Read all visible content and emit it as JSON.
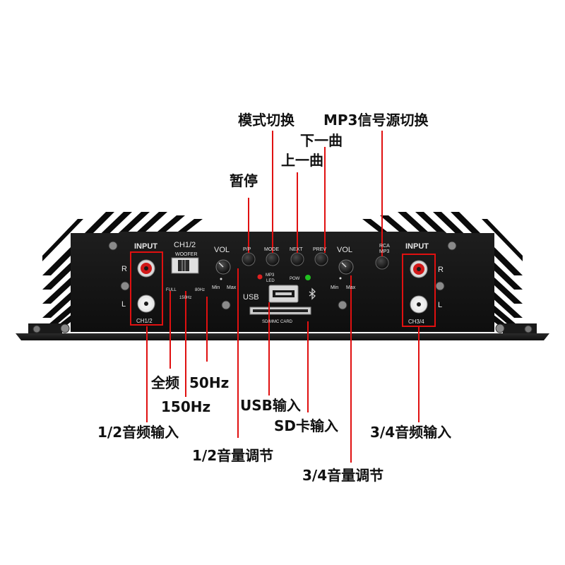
{
  "callouts": {
    "mode_switch": "模式切换",
    "mp3_source_switch": "MP3信号源切换",
    "next_track": "下一曲",
    "prev_track": "上一曲",
    "pause": "暂停",
    "full_range": "全频",
    "hz50": "50Hz",
    "hz150": "150Hz",
    "usb_input": "USB输入",
    "sd_input": "SD卡输入",
    "ch12_input": "1/2音频输入",
    "ch34_input": "3/4音频输入",
    "ch12_volume": "1/2音量调节",
    "ch34_volume": "3/4音量调节"
  },
  "panel": {
    "input_left": "INPUT",
    "input_right": "INPUT",
    "ch12_header": "CH1/2",
    "woofer": "WOOFER",
    "vol_left": "VOL",
    "vol_right": "VOL",
    "btn_pp": "P/P",
    "btn_mode": "MODE",
    "btn_next": "NEXT",
    "btn_prev": "PREV",
    "rca": "RCA",
    "mp3": "MP3",
    "r_left": "R",
    "l_left": "L",
    "r_right": "R",
    "l_right": "L",
    "ch12_footer": "CH1/2",
    "ch34_footer": "CH3/4",
    "full": "FULL",
    "f150": "150Hz",
    "f80": "80Hz",
    "min_left": "Min",
    "max_left": "Max",
    "min_right": "Min",
    "max_right": "Max",
    "mp3_led": "MP3",
    "led": "LED",
    "pow": "POW",
    "usb": "USB",
    "sd_card": "SD/MMC CARD"
  },
  "colors": {
    "panel": "#141414",
    "fins": "#0c0c0c",
    "callout_line": "#e01010",
    "text": "#111111",
    "led_red": "#e02020",
    "led_green": "#20c020"
  }
}
